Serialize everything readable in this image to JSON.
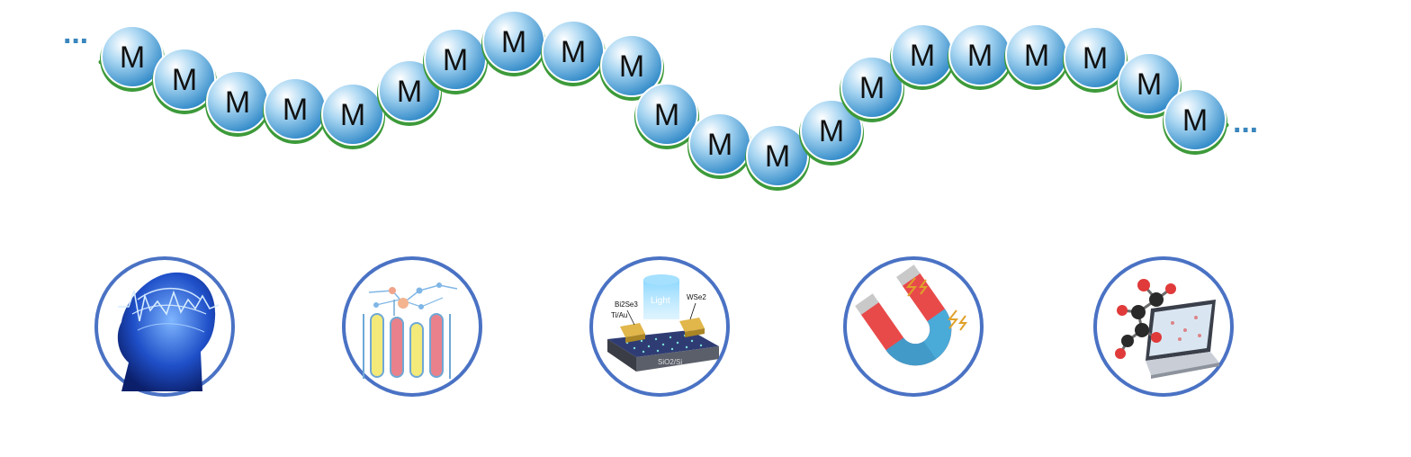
{
  "chain": {
    "monomer_label": "M",
    "ellipsis_left": "···",
    "ellipsis_right": "···",
    "monomer_count": 21,
    "colors": {
      "backbone": "#3d9a3a",
      "bead_light": "#ffffff",
      "bead_mid": "#8ec8ec",
      "bead_dark": "#2b86c6",
      "ellipsis": "#3a86bd"
    }
  },
  "applications": {
    "ring_color": "#4a72c4",
    "items": [
      {
        "icon": "brain-head-icon"
      },
      {
        "icon": "test-tubes-network-icon"
      },
      {
        "icon": "photodetector-device-icon",
        "labels": {
          "light": "Light",
          "left_top": "Bi2Se3",
          "left_bottom": "Ti/Au",
          "right_top": "WSe2",
          "substrate": "SiO2/Si"
        }
      },
      {
        "icon": "magnet-icon"
      },
      {
        "icon": "molecule-laptop-icon"
      }
    ]
  }
}
